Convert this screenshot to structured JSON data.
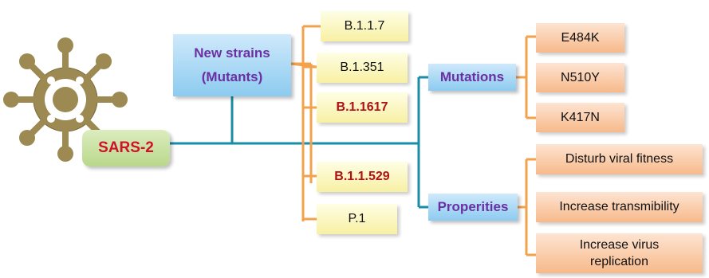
{
  "root": {
    "label": "SARS-2"
  },
  "strains": {
    "line1": "New strains",
    "line2": "(Mutants)"
  },
  "variants": [
    "B.1.1.7",
    "B.1.351",
    "B.1.1617",
    "B.1.1.529",
    "P.1"
  ],
  "mutations": {
    "label": "Mutations",
    "items": [
      "E484K",
      "N510Y",
      "K417N"
    ]
  },
  "properties": {
    "label": "Properities",
    "items": [
      "Disturb viral fitness",
      "Increase transmibility",
      "Increase virus replication"
    ]
  },
  "colors": {
    "trunk": "#1a8ca7",
    "branch": "#f3a24c",
    "root_text": "#d0112b",
    "category_text": "#6b2fa3",
    "highlight_text": "#b0101a"
  },
  "icons": {
    "virus": "virus-icon"
  }
}
